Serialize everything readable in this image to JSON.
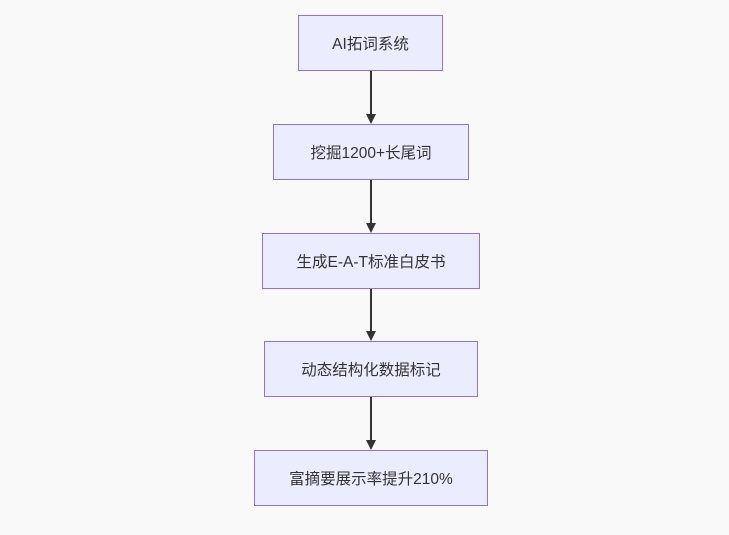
{
  "flowchart": {
    "type": "flowchart",
    "direction": "top-down",
    "nodes": [
      {
        "id": "node-0",
        "label": "AI拓词系统"
      },
      {
        "id": "node-1",
        "label": "挖掘1200+长尾词"
      },
      {
        "id": "node-2",
        "label": "生成E-A-T标准白皮书"
      },
      {
        "id": "node-3",
        "label": "动态结构化数据标记"
      },
      {
        "id": "node-4",
        "label": "富摘要展示率提升210%"
      }
    ],
    "edges": [
      {
        "from": "node-0",
        "to": "node-1",
        "style": "arrow"
      },
      {
        "from": "node-1",
        "to": "node-2",
        "style": "arrow"
      },
      {
        "from": "node-2",
        "to": "node-3",
        "style": "arrow"
      },
      {
        "from": "node-3",
        "to": "node-4",
        "style": "arrow"
      }
    ],
    "colors": {
      "bg": "#f9f9f9",
      "node-fill": "#ECECFF",
      "node-border": "#9370DB",
      "arrow": "#333333",
      "text": "#333333"
    }
  }
}
